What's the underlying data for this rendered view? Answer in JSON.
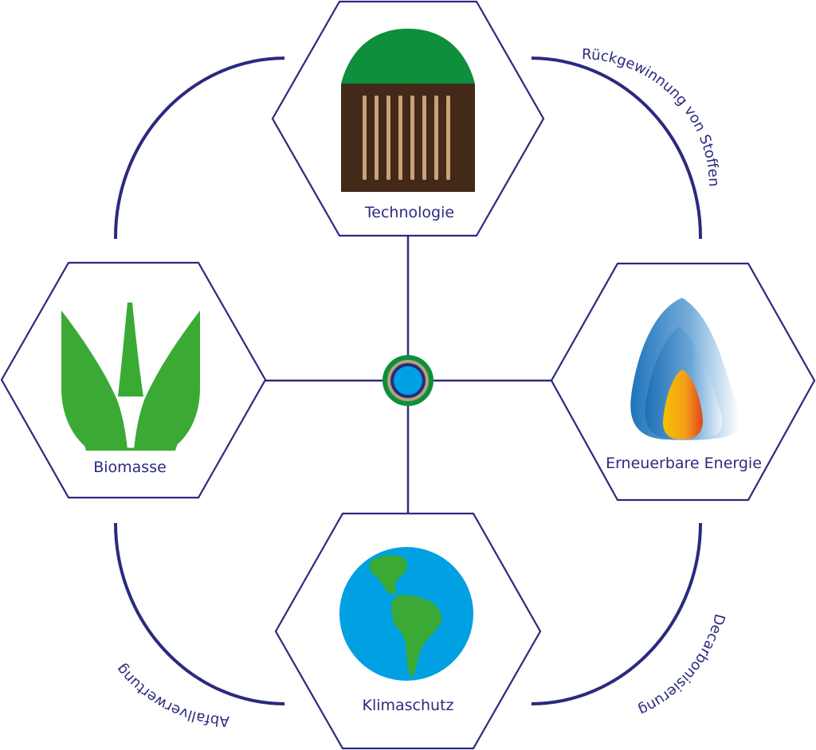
{
  "nodes": {
    "top": {
      "label": "Technologie"
    },
    "left": {
      "label": "Biomasse"
    },
    "right": {
      "label": "Erneuerbare Energie"
    },
    "bottom": {
      "label": "Klimaschutz"
    }
  },
  "arcs": {
    "top_right": {
      "label": "Rückgewinnung von Stoffen"
    },
    "bottom_right": {
      "label": "Decarbonisierung"
    },
    "bottom_left": {
      "label": "Abfallverwertung"
    }
  },
  "icons": {
    "top": "wood-pile-icon",
    "left": "grass-leaves-icon",
    "right": "flame-icon",
    "bottom": "globe-icon",
    "center": "hub-circle-icon"
  },
  "colors": {
    "line": "#2b2a7e",
    "green_dark": "#0d8f3c",
    "green_leaf": "#3aaa35",
    "brown": "#432918",
    "rods": "#c9a27a",
    "ocean": "#00a0e3",
    "flame_inner": "#f7c000"
  }
}
